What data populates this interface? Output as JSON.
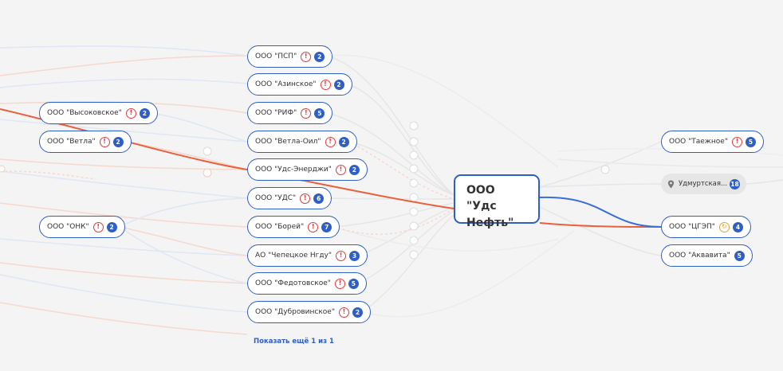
{
  "colors": {
    "accent": "#2f5fc4",
    "warn": "#e03a3a",
    "highlight_edge": "#e8603c",
    "sync": "#e0a030"
  },
  "center": {
    "name": "ООО \"Удс Нефть\""
  },
  "left_nodes": [
    {
      "name": "ООО \"Высоковское\"",
      "count": "2",
      "icon": "warning-icon"
    },
    {
      "name": "ООО \"Ветла\"",
      "count": "2",
      "icon": "warning-icon"
    },
    {
      "name": "ООО \"ОНК\"",
      "count": "2",
      "icon": "warning-icon"
    }
  ],
  "middle_nodes": [
    {
      "name": "ООО \"ПСП\"",
      "count": "2",
      "icon": "warning-icon"
    },
    {
      "name": "ООО \"Азинское\"",
      "count": "2",
      "icon": "warning-icon"
    },
    {
      "name": "ООО \"РИФ\"",
      "count": "5",
      "icon": "warning-icon"
    },
    {
      "name": "ООО \"Ветла-Оил\"",
      "count": "2",
      "icon": "warning-icon"
    },
    {
      "name": "ООО \"Удс-Энерджи\"",
      "count": "2",
      "icon": "warning-icon"
    },
    {
      "name": "ООО \"УДС\"",
      "count": "6",
      "icon": "warning-icon"
    },
    {
      "name": "ООО \"Борей\"",
      "count": "7",
      "icon": "warning-icon"
    },
    {
      "name": "АО \"Чепецкое Нгду\"",
      "count": "3",
      "icon": "warning-icon"
    },
    {
      "name": "ООО \"Федотовское\"",
      "count": "5",
      "icon": "warning-icon"
    },
    {
      "name": "ООО \"Дубровинское\"",
      "count": "2",
      "icon": "warning-icon"
    }
  ],
  "right_nodes": [
    {
      "name": "ООО \"Таежное\"",
      "count": "5",
      "icon": "warning-icon"
    },
    {
      "name": "ООО \"ЦГЭП\"",
      "count": "4",
      "icon": "sync-icon"
    },
    {
      "name": "ООО \"Аквавита\"",
      "count": "5",
      "icon": ""
    }
  ],
  "region": {
    "name": "Удмуртская...",
    "count": "18",
    "icon": "location-pin-icon"
  },
  "show_more": {
    "label": "Показать ещё 1 из 1"
  }
}
